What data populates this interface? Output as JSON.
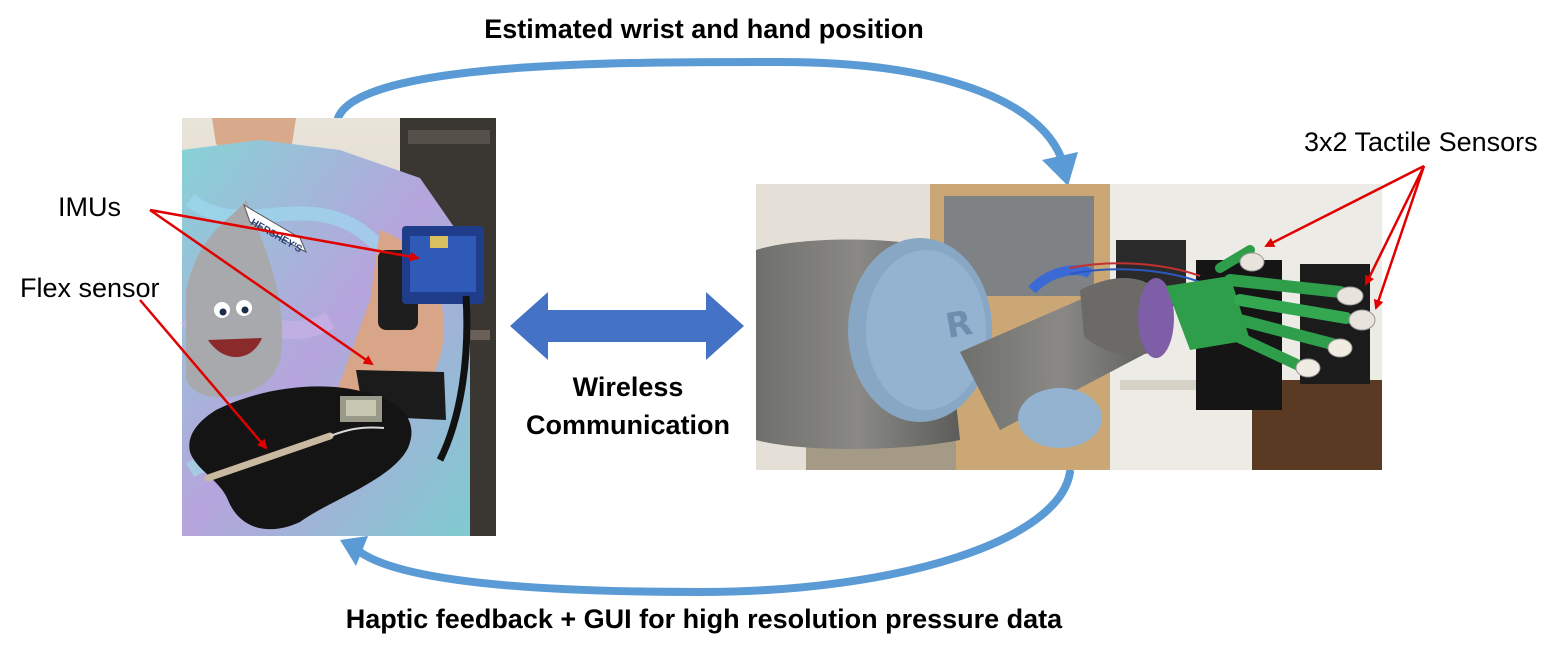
{
  "diagram": {
    "top_label": "Estimated wrist and hand position",
    "bottom_label": "Haptic feedback + GUI for high resolution pressure data",
    "center_label_line1": "Wireless",
    "center_label_line2": "Communication",
    "left_photo_labels": {
      "imus": "IMUs",
      "flex_sensor": "Flex sensor"
    },
    "right_photo_labels": {
      "tactile": "3x2 Tactile Sensors"
    },
    "glove_print": "HERSHEY'S"
  },
  "colors": {
    "loop_arrow": "#5b9bd5",
    "double_arrow": "#4472c4",
    "pointer": "#e00000"
  },
  "icons": [
    "tracking-loop-arrow",
    "feedback-loop-arrow",
    "double-arrow-icon"
  ]
}
